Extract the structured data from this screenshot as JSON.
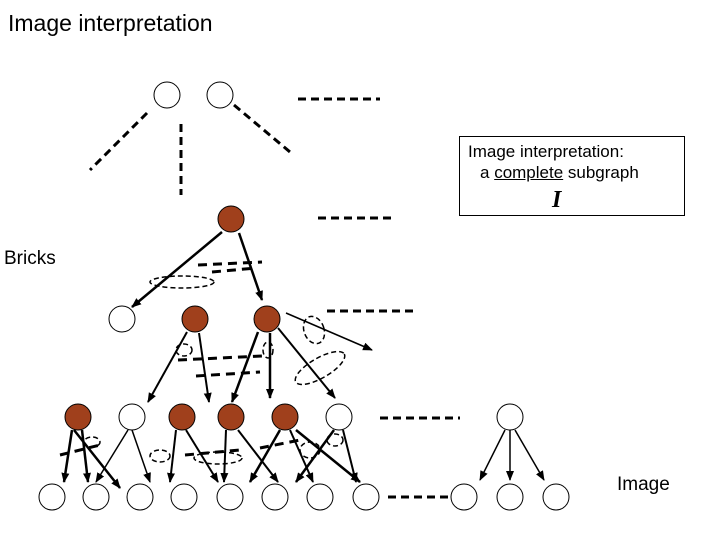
{
  "title": "Image interpretation",
  "bricks_label": "Bricks",
  "image_label": "Image",
  "callout": {
    "line1": "Image interpretation:",
    "line2_prefix": "a ",
    "line2_emphasis": "complete",
    "line2_suffix": " subgraph",
    "symbol": "I"
  },
  "colors": {
    "filled_node": "#a0401c",
    "empty_node": "#ffffff",
    "stroke": "#000000"
  }
}
